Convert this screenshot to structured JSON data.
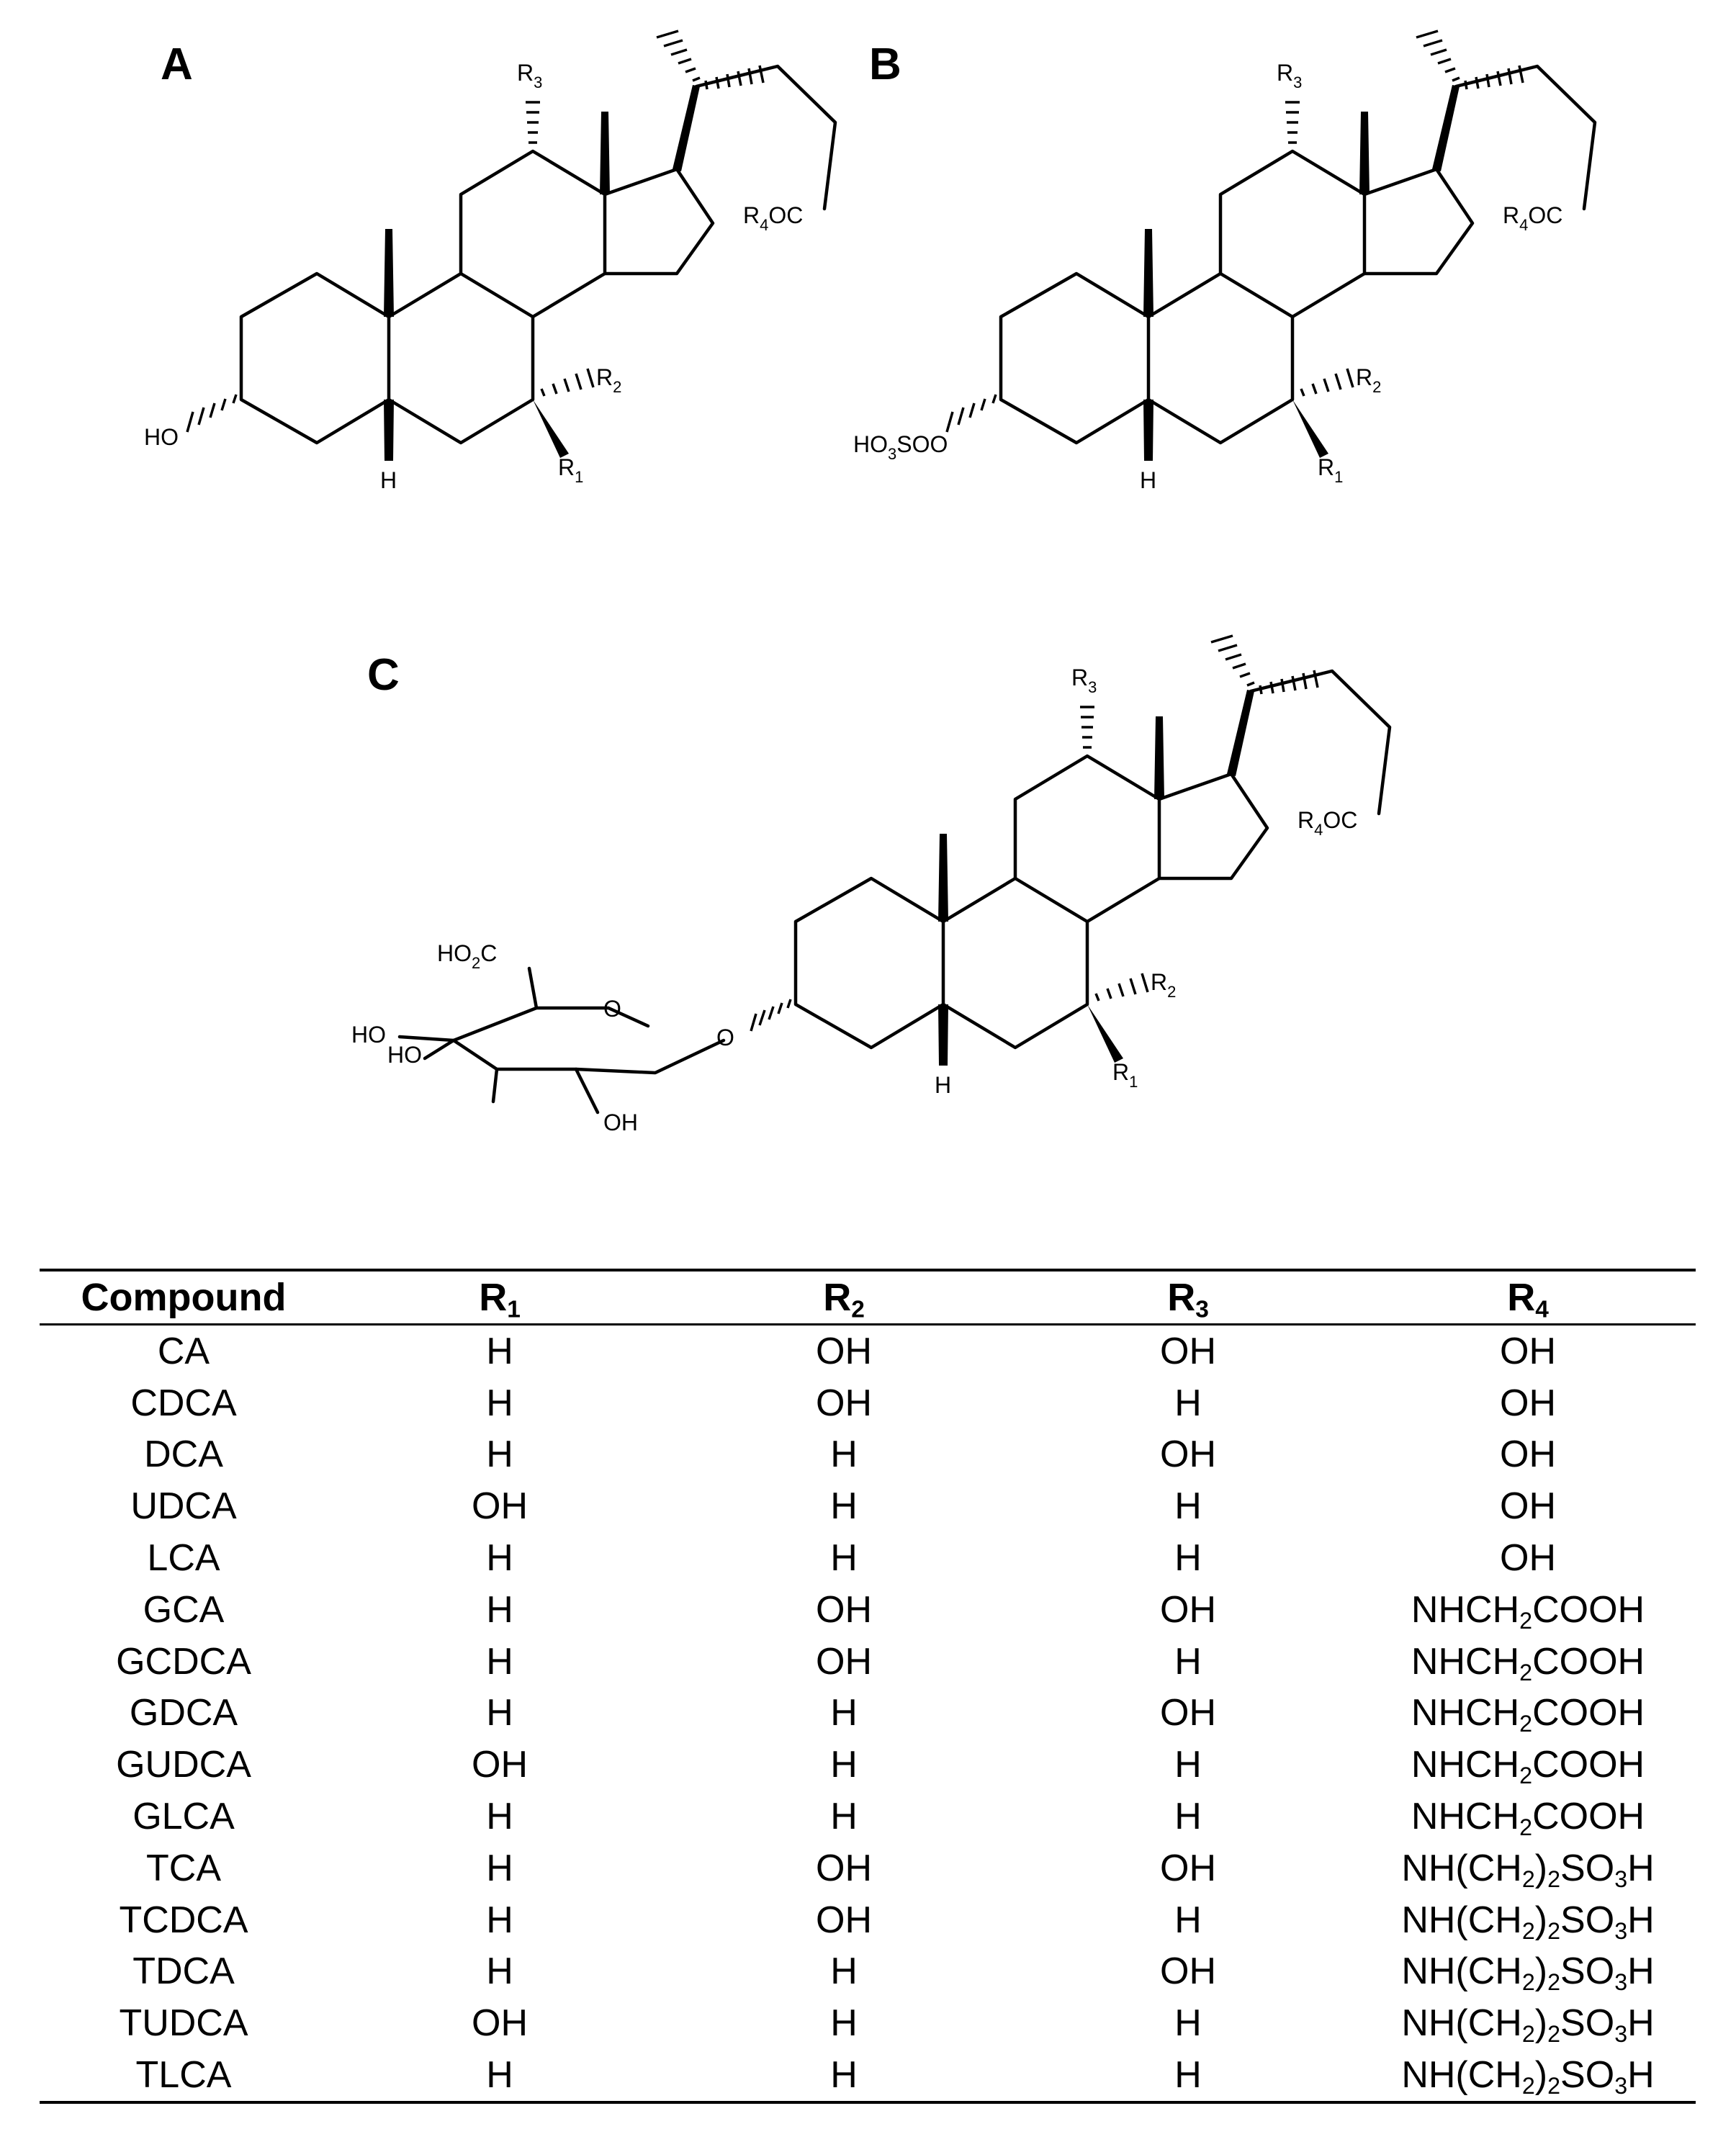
{
  "panels": [
    {
      "label": "A",
      "group": "HO",
      "group_sub": ""
    },
    {
      "label": "B",
      "group": "HO",
      "group_sub": "3",
      "group_rest": "SO"
    },
    {
      "label": "C"
    }
  ],
  "atoms": {
    "R": "R",
    "R1_sub": "1",
    "R2_sub": "2",
    "R3_sub": "3",
    "R4_sub": "4",
    "OC": "OC",
    "H": "H",
    "O": "O",
    "HO": "HO",
    "OH": "OH",
    "HO2C_main": "HO",
    "HO2C_sub": "2",
    "HO2C_tail": "C"
  },
  "table": {
    "headers": [
      {
        "main": "Compound",
        "sub": ""
      },
      {
        "main": "R",
        "sub": "1"
      },
      {
        "main": "R",
        "sub": "2"
      },
      {
        "main": "R",
        "sub": "3"
      },
      {
        "main": "R",
        "sub": "4"
      }
    ],
    "r4_glycine": {
      "a": "NHCH",
      "sub": "2",
      "b": "COOH"
    },
    "r4_taurine": {
      "a": "NH(CH",
      "sub1": "2",
      "b": ")",
      "sub2": "2",
      "c": "SO",
      "sub3": "3",
      "d": "H"
    },
    "rows": [
      {
        "compound": "CA",
        "r1": "H",
        "r2": "OH",
        "r3": "OH",
        "r4": "OH"
      },
      {
        "compound": "CDCA",
        "r1": "H",
        "r2": "OH",
        "r3": "H",
        "r4": "OH"
      },
      {
        "compound": "DCA",
        "r1": "H",
        "r2": "H",
        "r3": "OH",
        "r4": "OH"
      },
      {
        "compound": "UDCA",
        "r1": "OH",
        "r2": "H",
        "r3": "H",
        "r4": "OH"
      },
      {
        "compound": "LCA",
        "r1": "H",
        "r2": "H",
        "r3": "H",
        "r4": "OH"
      },
      {
        "compound": "GCA",
        "r1": "H",
        "r2": "OH",
        "r3": "OH",
        "r4": "glycine"
      },
      {
        "compound": "GCDCA",
        "r1": "H",
        "r2": "OH",
        "r3": "H",
        "r4": "glycine"
      },
      {
        "compound": "GDCA",
        "r1": "H",
        "r2": "H",
        "r3": "OH",
        "r4": "glycine"
      },
      {
        "compound": "GUDCA",
        "r1": "OH",
        "r2": "H",
        "r3": "H",
        "r4": "glycine"
      },
      {
        "compound": "GLCA",
        "r1": "H",
        "r2": "H",
        "r3": "H",
        "r4": "glycine"
      },
      {
        "compound": "TCA",
        "r1": "H",
        "r2": "OH",
        "r3": "OH",
        "r4": "taurine"
      },
      {
        "compound": "TCDCA",
        "r1": "H",
        "r2": "OH",
        "r3": "H",
        "r4": "taurine"
      },
      {
        "compound": "TDCA",
        "r1": "H",
        "r2": "H",
        "r3": "OH",
        "r4": "taurine"
      },
      {
        "compound": "TUDCA",
        "r1": "OH",
        "r2": "H",
        "r3": "H",
        "r4": "taurine"
      },
      {
        "compound": "TLCA",
        "r1": "H",
        "r2": "H",
        "r3": "H",
        "r4": "taurine"
      }
    ]
  }
}
